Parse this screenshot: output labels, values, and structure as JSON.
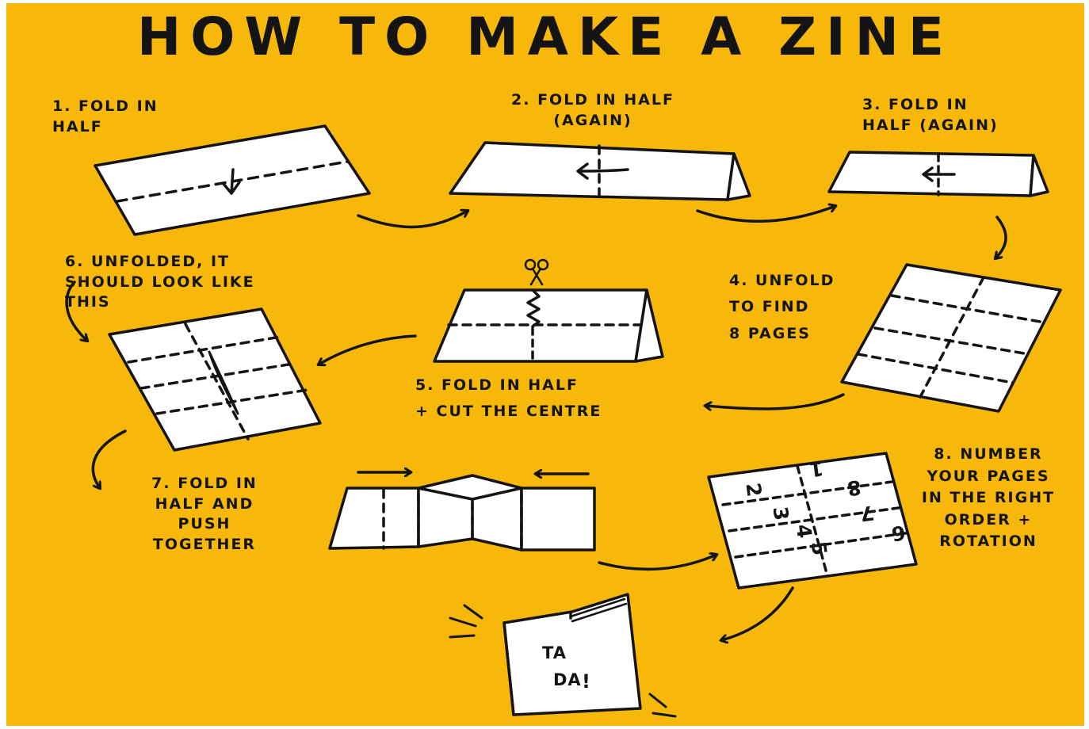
{
  "title": "HOW TO MAKE A ZINE",
  "steps": [
    {
      "label": "1. FOLD IN\nHALF"
    },
    {
      "label": "2. FOLD IN HALF\n(AGAIN)"
    },
    {
      "label": "3. FOLD IN\nHALF (AGAIN)"
    },
    {
      "label": "4. UNFOLD\nTO FIND\n8 PAGES"
    },
    {
      "label": "5. FOLD IN HALF\n+ CUT THE CENTRE"
    },
    {
      "label": "6. UNFOLDED, IT\nSHOULD LOOK LIKE\nTHIS"
    },
    {
      "label": "7. FOLD IN\nHALF AND\nPUSH\nTOGETHER"
    },
    {
      "label": "8. NUMBER\nYOUR PAGES\nIN THE RIGHT\nORDER +\nROTATION"
    }
  ],
  "page_numbers": [
    "1",
    "8",
    "7",
    "6",
    "2",
    "3",
    "4",
    "5"
  ],
  "finished_zine": {
    "line1": "TA",
    "line2": "DA",
    "exclaim": "!"
  },
  "colors": {
    "background": "#f7b80a",
    "ink": "#141414",
    "paper": "#ffffff"
  }
}
